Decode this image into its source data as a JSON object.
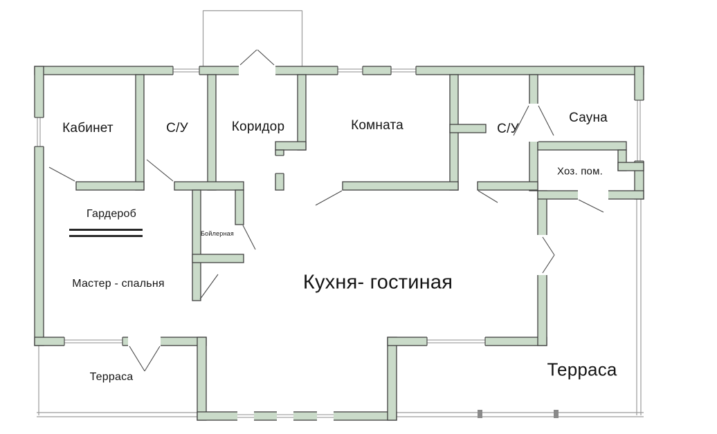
{
  "rooms": {
    "office": "Кабинет",
    "bathroom1": "С/У",
    "corridor": "Коридор",
    "room": "Комната",
    "bathroom2": "С/У",
    "sauna": "Сауна",
    "utility": "Хоз. пом.",
    "wardrobe": "Гардероб",
    "boiler": "Бойлерная",
    "master_bedroom": "Мастер - спальня",
    "kitchen_living": "Кухня- гостиная",
    "terrace_left": "Терраса",
    "terrace_right": "Терраса"
  },
  "colors": {
    "wall_fill": "#cadbc9",
    "wall_stroke": "#3f3f3f",
    "line_gray": "#9a9a9a",
    "text_color": "#141414",
    "background": "#ffffff"
  }
}
